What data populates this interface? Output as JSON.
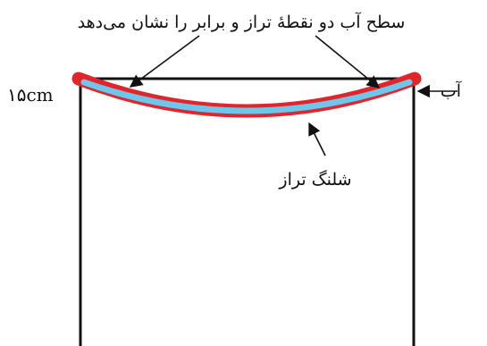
{
  "labels": {
    "top_caption": "سطح آب دو نقطهٔ تراز و برابر را نشان می‌دهد",
    "height_label": "۱۵cm",
    "water_label": "آب",
    "hose_label": "شلنگ تراز"
  },
  "colors": {
    "frame": "#111111",
    "hose": "#e2242b",
    "water": "#6ec6ea",
    "text": "#111111"
  }
}
